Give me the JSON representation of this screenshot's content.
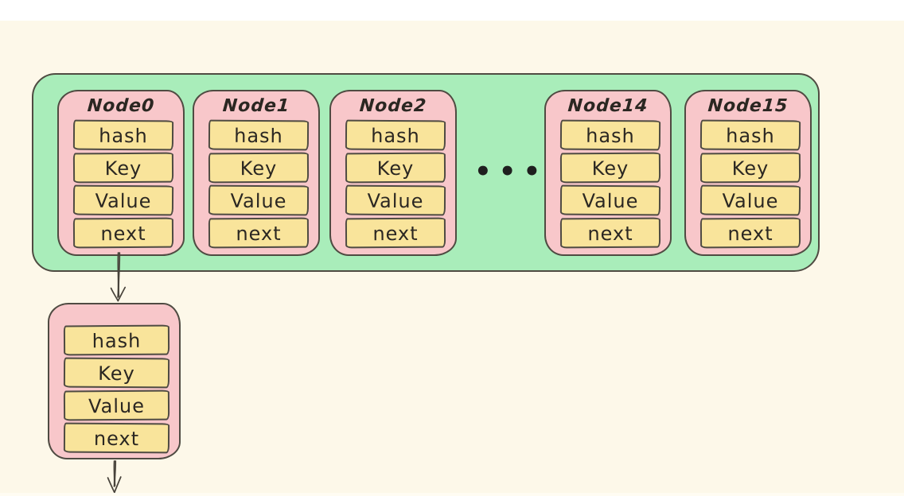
{
  "page": {
    "background_color": "#fdf8e9",
    "top_strip_color": "#ffffff"
  },
  "colors": {
    "bucket_fill": "#a9edba",
    "node_fill": "#f8c7ca",
    "field_fill": "#f9e49b",
    "stroke": "#4f4b42",
    "text": "#2b2722"
  },
  "diagram": {
    "type": "hash-table-bucket-array-with-chaining",
    "bucket_array": {
      "nodes": [
        {
          "title": "Node0",
          "fields": [
            "hash",
            "Key",
            "Value",
            "next"
          ]
        },
        {
          "title": "Node1",
          "fields": [
            "hash",
            "Key",
            "Value",
            "next"
          ]
        },
        {
          "title": "Node2",
          "fields": [
            "hash",
            "Key",
            "Value",
            "next"
          ]
        },
        {
          "title": "Node14",
          "fields": [
            "hash",
            "Key",
            "Value",
            "next"
          ]
        },
        {
          "title": "Node15",
          "fields": [
            "hash",
            "Key",
            "Value",
            "next"
          ]
        }
      ],
      "ellipsis": "•••"
    },
    "chained_node": {
      "title": "",
      "fields": [
        "hash",
        "Key",
        "Value",
        "next"
      ]
    },
    "arrows": [
      {
        "name": "node0-next-to-chained-node",
        "from": "Node0.next",
        "to": "chained-node"
      },
      {
        "name": "chained-node-next-continues",
        "from": "chained-node.next",
        "to": "offscreen-below"
      }
    ]
  }
}
